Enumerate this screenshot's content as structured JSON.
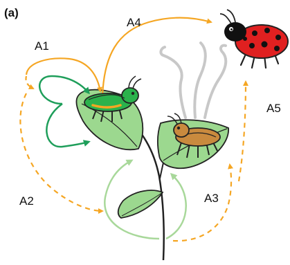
{
  "panel_label": "(a)",
  "arrow_labels": {
    "a1": "A1",
    "a2": "A2",
    "a3": "A3",
    "a4": "A4",
    "a5": "A5"
  },
  "colors": {
    "orange": "#F5A623",
    "dark_green": "#1E9E5A",
    "light_green": "#A8D89A",
    "leaf_fill": "#9CD88F",
    "stem": "#222222",
    "herbivore_green": "#2BB24C",
    "herbivore_brown": "#C98A3E",
    "ladybug_red": "#E02020",
    "volatile_gray": "#C8C8C8"
  },
  "icons": {
    "green_insect": "green-herbivore-icon",
    "brown_insect": "brown-herbivore-icon",
    "ladybug": "ladybug-predator-icon",
    "volatiles": "plant-volatiles-icon",
    "plant": "plant-icon"
  }
}
